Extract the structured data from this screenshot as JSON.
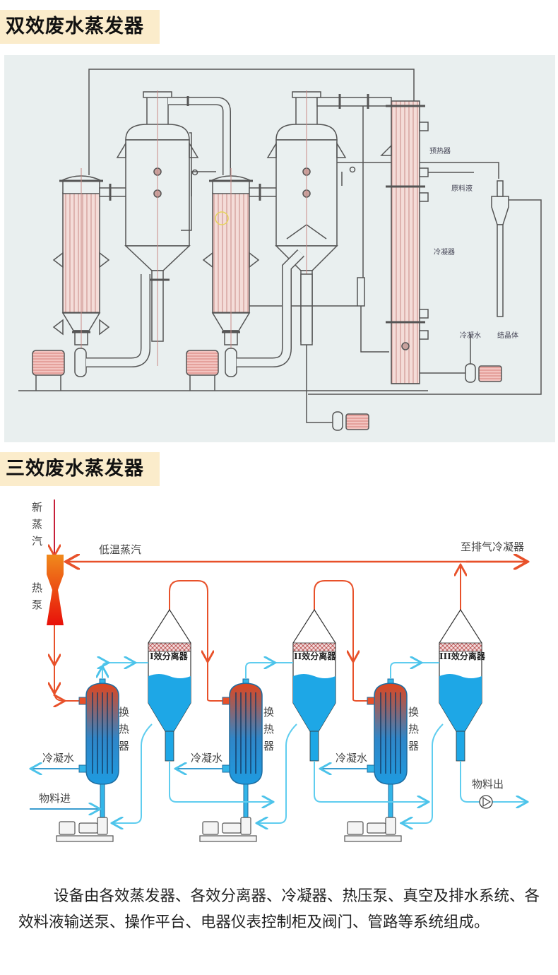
{
  "sections": [
    {
      "title": "双效废水蒸发器",
      "labels": {
        "preheater": "预热器",
        "raw_liquid": "原料液",
        "condenser": "冷凝器",
        "condensate_water": "冷凝水",
        "crystal": "结晶体"
      }
    },
    {
      "title": "三效废水蒸发器",
      "labels": {
        "fresh_steam": [
          "新",
          "蒸",
          "汽"
        ],
        "heat_pump": [
          "热",
          "泵"
        ],
        "low_temp_steam": "低温蒸汽",
        "to_exhaust_condenser": "至排气冷凝器",
        "separators": [
          "I效分离器",
          "II效分离器",
          "III效分离器"
        ],
        "heat_exchanger": [
          "换",
          "热",
          "器"
        ],
        "condensate_water": "冷凝水",
        "feed_in": "物料进",
        "product_out": "物料出"
      },
      "colors": {
        "steam": "#e8512a",
        "liquid": "#33b5e8",
        "liquid_line": "#6fd3f0",
        "heat_pump_top": "#f08a1c",
        "heat_pump_bottom": "#e8100a"
      }
    }
  ],
  "description": "设备由各效蒸发器、各效分离器、冷凝器、热压泵、真空及排水系统、各效料液输送泵、操作平台、电器仪表控制柜及阀门、管路等系统组成。"
}
